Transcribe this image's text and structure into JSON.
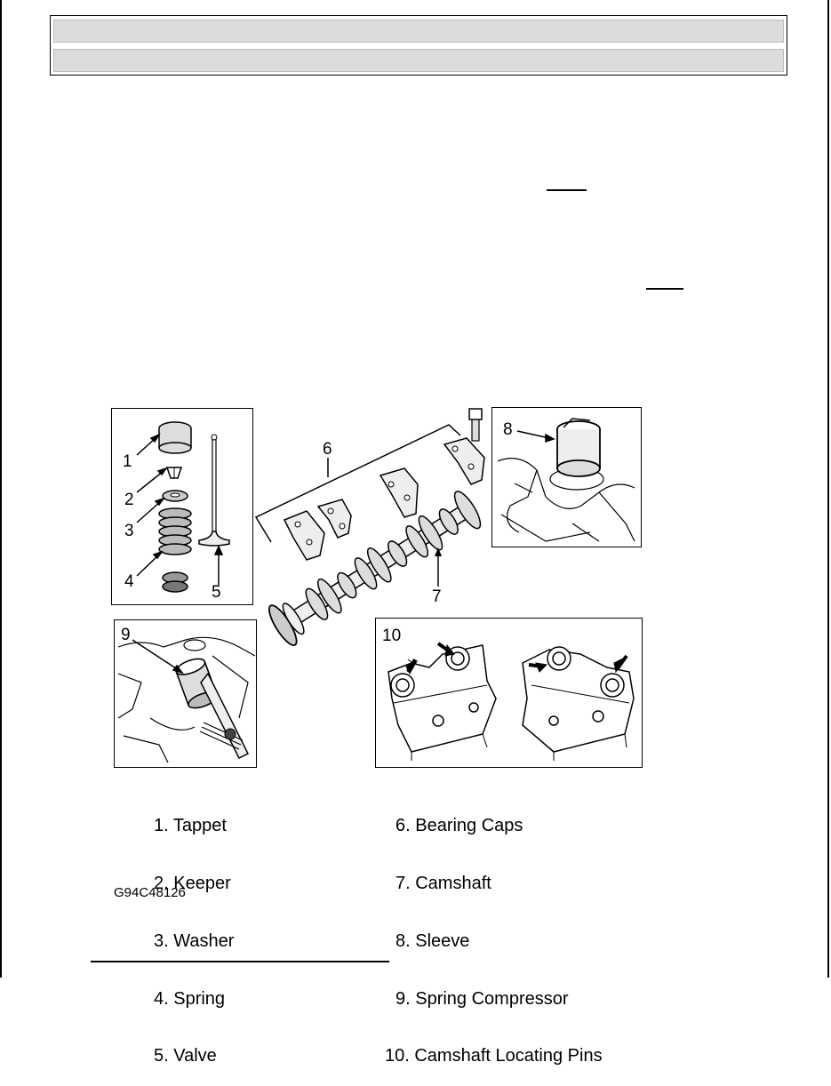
{
  "figure": {
    "callouts": [
      "1",
      "2",
      "3",
      "4",
      "5",
      "6",
      "7",
      "8",
      "9",
      "10"
    ],
    "legend_left": [
      "1. Tappet",
      "2. Keeper",
      "3. Washer",
      "4. Spring",
      "5. Valve"
    ],
    "legend_right": [
      "6. Bearing Caps",
      "7. Camshaft",
      "8. Sleeve",
      "9. Spring Compressor",
      "10. Camshaft Locating Pins"
    ],
    "figure_code": "G94C48126"
  }
}
